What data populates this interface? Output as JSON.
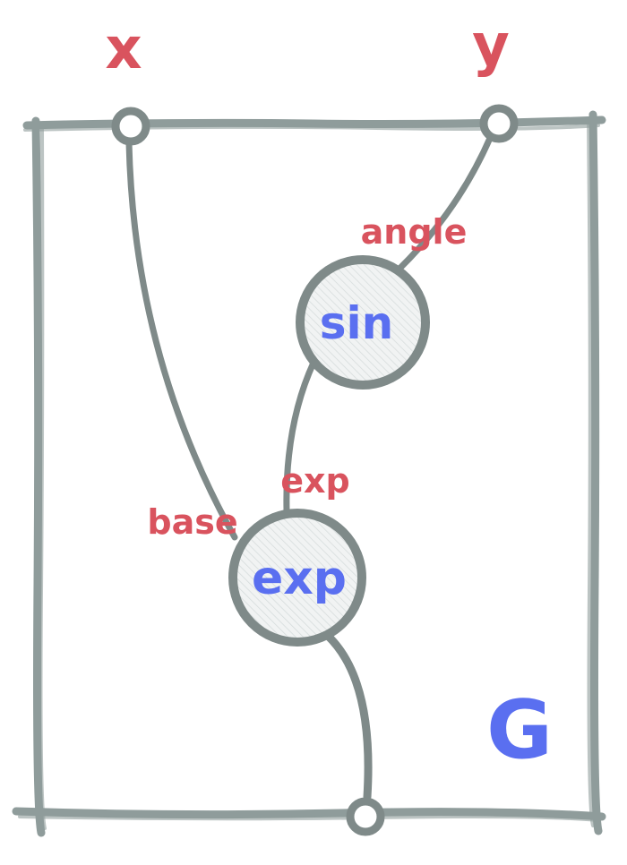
{
  "colors": {
    "frame": "#8f9c9b",
    "edge": "#7f8a89",
    "node_fill": "#f1f3f3",
    "node_hatch": "#d5dbdb",
    "port_label": "#d9535e",
    "node_label": "#5a6ff0"
  },
  "graph": {
    "name": "G",
    "inputs": [
      {
        "id": "x",
        "label": "x"
      },
      {
        "id": "y",
        "label": "y"
      }
    ],
    "nodes": [
      {
        "id": "sin",
        "label": "sin",
        "ports": [
          "angle"
        ]
      },
      {
        "id": "exp",
        "label": "exp",
        "ports": [
          "base",
          "exp"
        ]
      }
    ],
    "edges": [
      {
        "from": "y",
        "to": "sin",
        "port": "angle"
      },
      {
        "from": "sin",
        "to": "exp",
        "port": "exp"
      },
      {
        "from": "x",
        "to": "exp",
        "port": "base"
      },
      {
        "from": "exp",
        "to": "output"
      }
    ],
    "output": {
      "id": "output"
    }
  }
}
